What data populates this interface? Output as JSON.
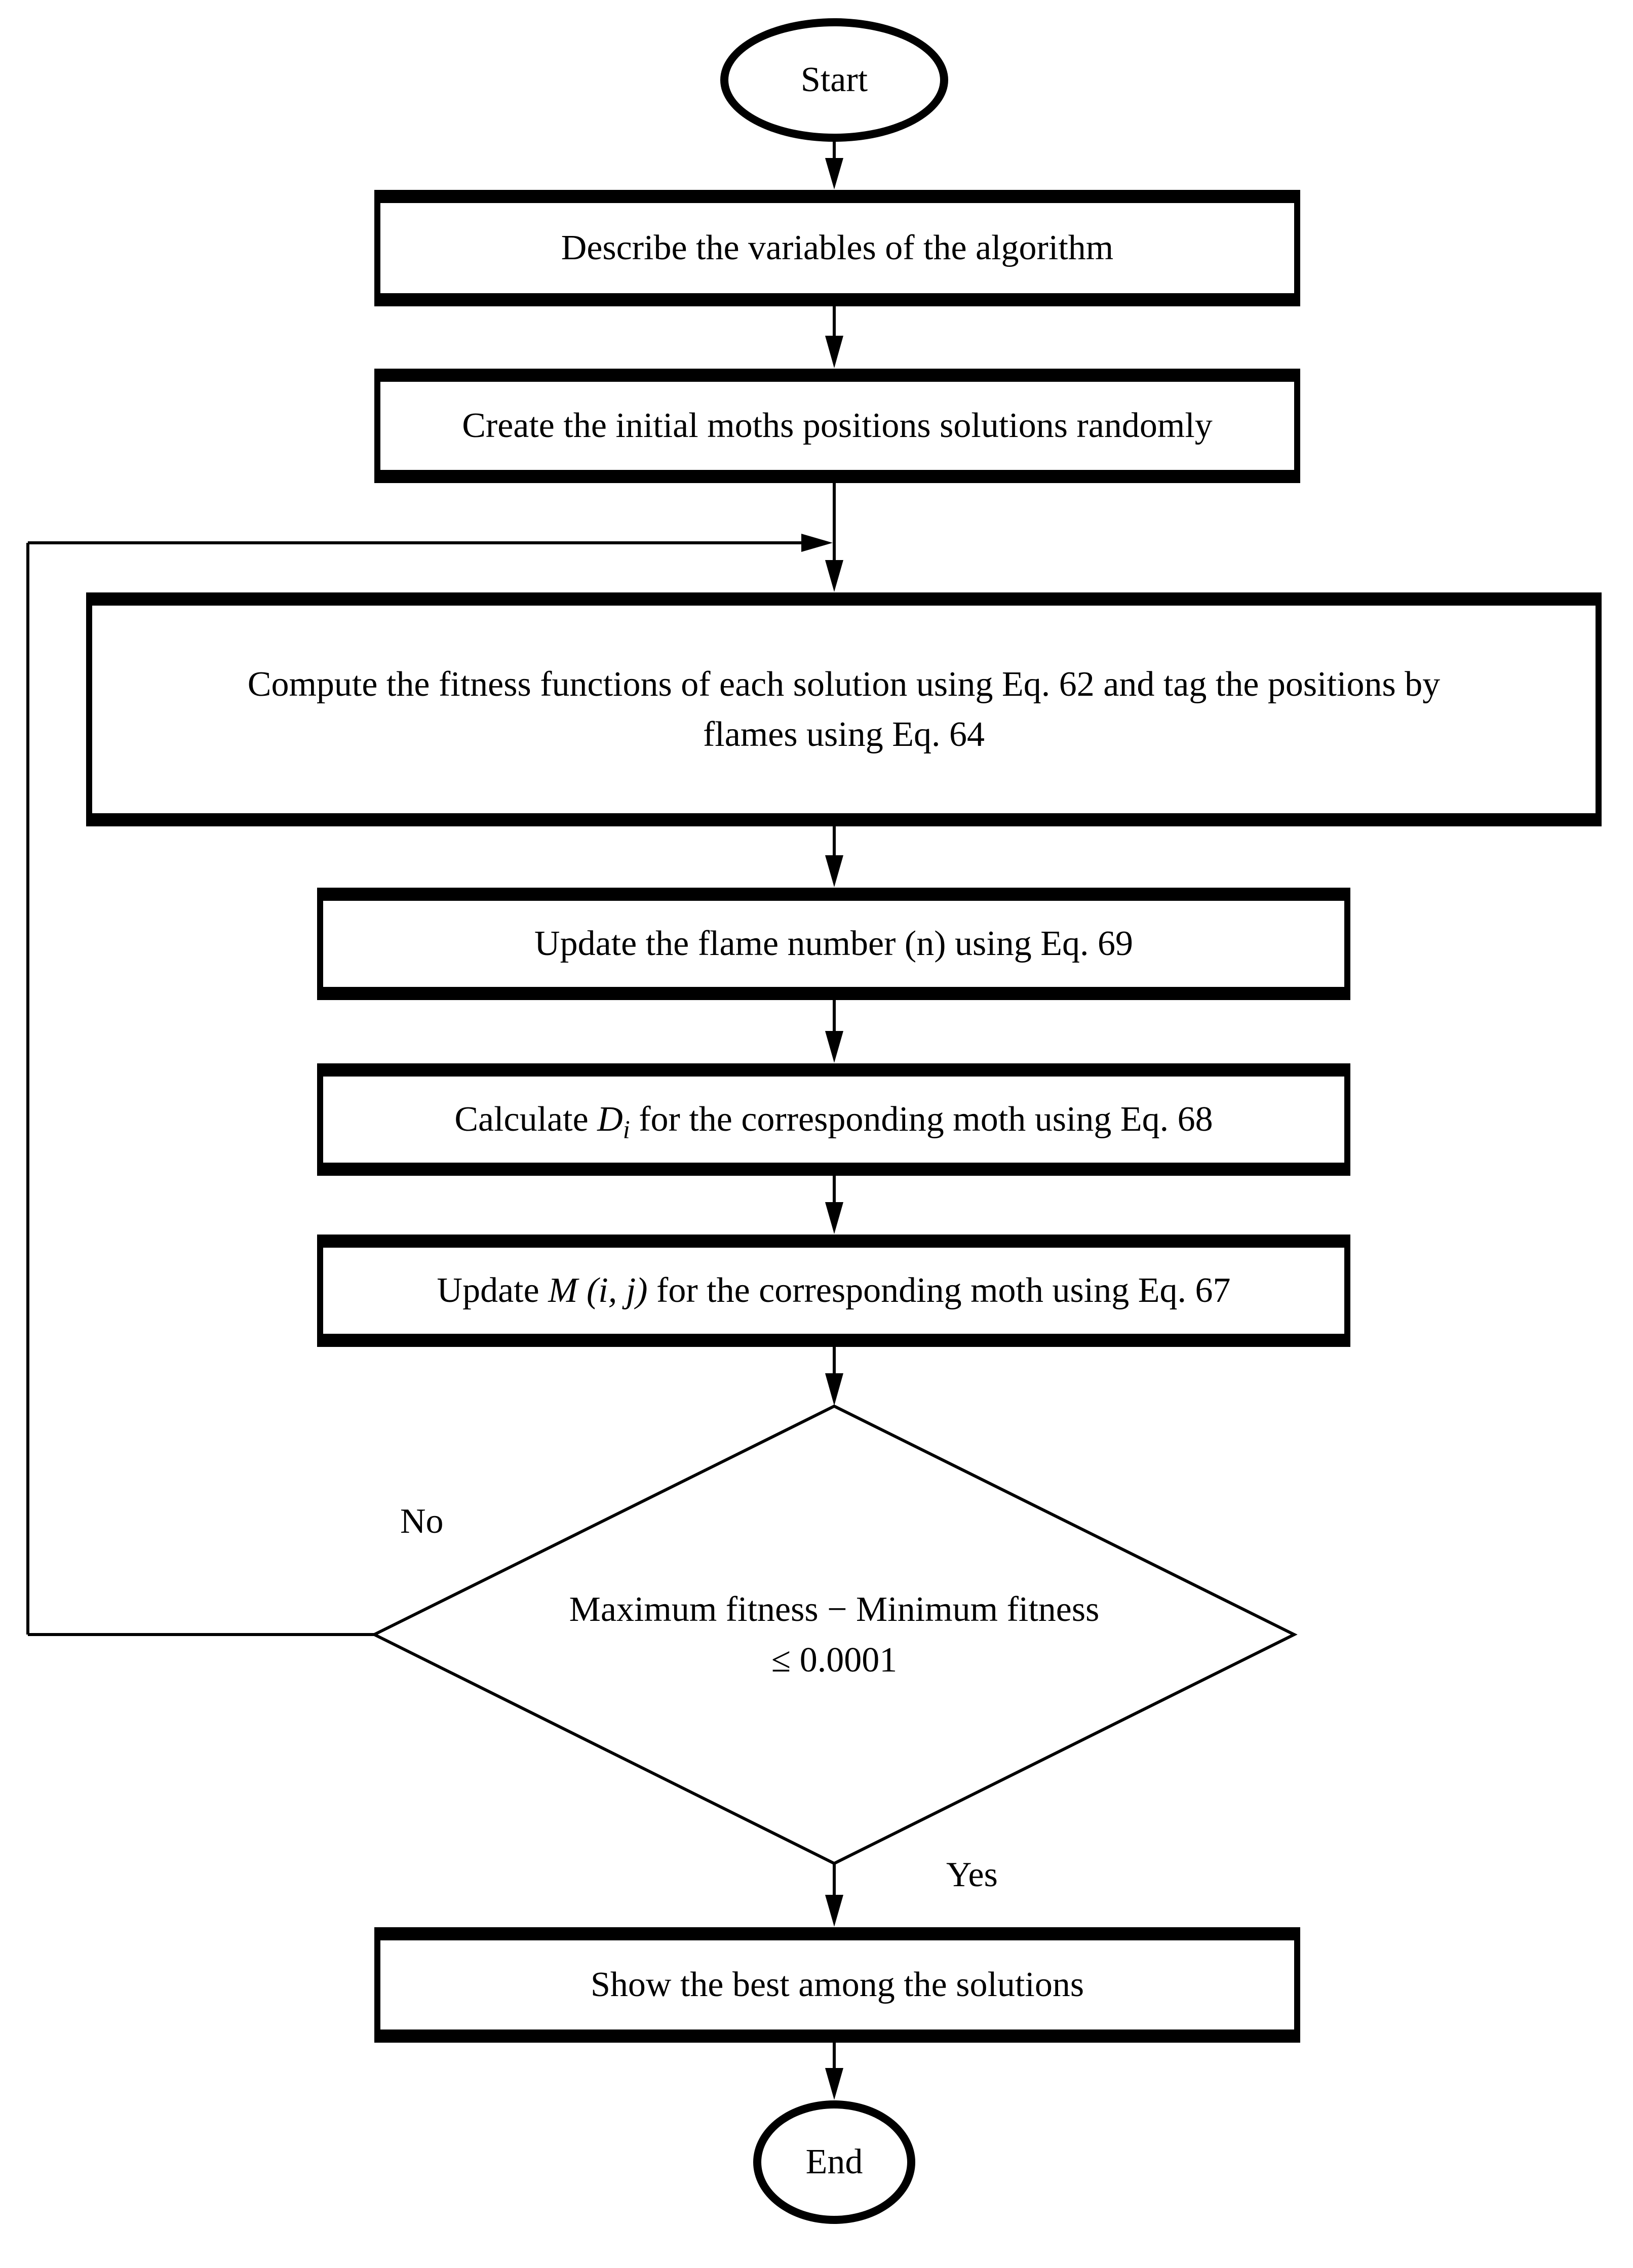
{
  "flowchart": {
    "nodes": {
      "start": {
        "label": "Start"
      },
      "describe": {
        "label": "Describe the variables of the algorithm"
      },
      "create": {
        "label": "Create the initial moths positions solutions randomly"
      },
      "compute": {
        "line1": "Compute the fitness functions of each solution using Eq. 62 and tag the positions by",
        "line2": "flames using Eq. 64"
      },
      "update_flame": {
        "label": "Update the flame number (n) using Eq. 69"
      },
      "calculate_d": {
        "prefix": "Calculate ",
        "var": "D",
        "sub": "i",
        "suffix": " for the corresponding moth using Eq. 68"
      },
      "update_m": {
        "prefix": "Update ",
        "var": "M (i, j)",
        "suffix": " for the corresponding moth using Eq. 67"
      },
      "decision": {
        "line1": "Maximum fitness − Minimum fitness",
        "line2": "≤  0.0001"
      },
      "show_best": {
        "label": "Show the best among the solutions"
      },
      "end": {
        "label": "End"
      }
    },
    "edge_labels": {
      "no": "No",
      "yes": "Yes"
    },
    "colors": {
      "stroke": "#000000",
      "background": "#ffffff"
    }
  }
}
